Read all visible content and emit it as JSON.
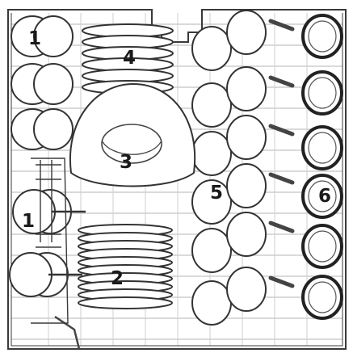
{
  "figure": {
    "labels": [
      {
        "id": "cups-left-top",
        "text": "1"
      },
      {
        "id": "cups-left-lower",
        "text": "1"
      },
      {
        "id": "plates-bottom",
        "text": "2"
      },
      {
        "id": "large-bowl",
        "text": "3"
      },
      {
        "id": "plates-top",
        "text": "4"
      },
      {
        "id": "cups-middle",
        "text": "5"
      },
      {
        "id": "saucers-right",
        "text": "6"
      }
    ]
  }
}
